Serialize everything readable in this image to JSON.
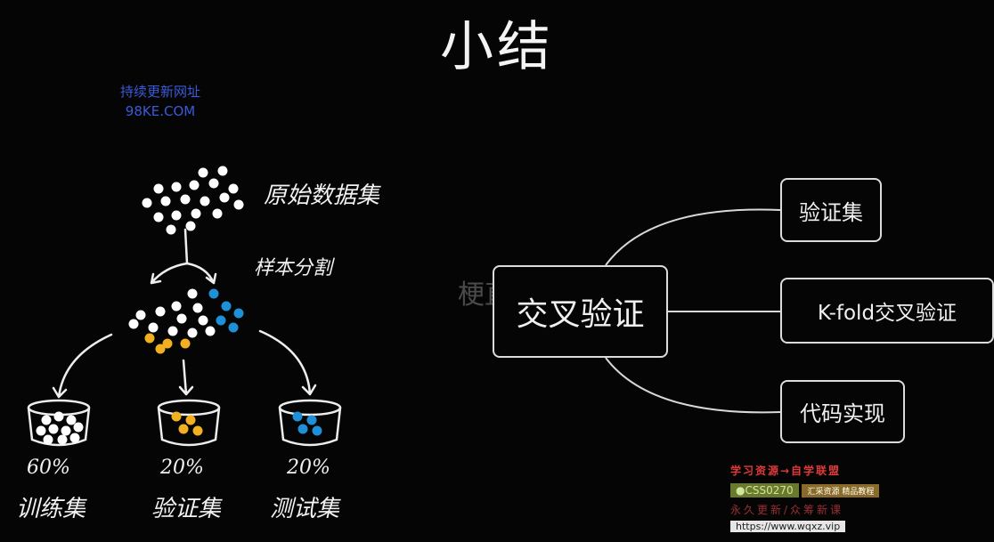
{
  "title": "小结",
  "watermarks": {
    "line1": "持续更新网址",
    "line2": "98KE.COM",
    "center": "梗直哥"
  },
  "sketch": {
    "raw_dataset_label": "原始数据集",
    "split_label": "样本分割",
    "splits": [
      {
        "percent": "60%",
        "name": "训练集",
        "color": "#ffffff"
      },
      {
        "percent": "20%",
        "name": "验证集",
        "color": "#f2b01e"
      },
      {
        "percent": "20%",
        "name": "测试集",
        "color": "#1e90d8"
      }
    ]
  },
  "mindmap": {
    "root": "交叉验证",
    "branches": [
      "验证集",
      "K-fold交叉验证",
      "代码实现"
    ]
  },
  "ad": {
    "line1": "学习资源→自学联盟",
    "line2a": "●CSS0270",
    "line2b": "汇采资源 精品教程",
    "line3": "永久更新/众筹新课",
    "line4": "https://www.wqxz.vip"
  },
  "colors": {
    "background": "#050505",
    "accent_yellow": "#f2b01e",
    "accent_blue": "#1e90d8"
  }
}
